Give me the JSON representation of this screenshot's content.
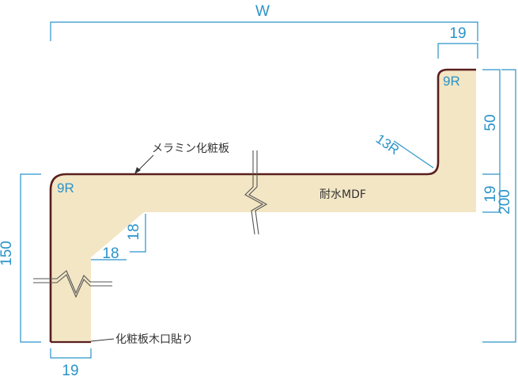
{
  "colors": {
    "panel_fill": "#f3e6c4",
    "edge_banding": "#5a1e1e",
    "dimension": "#2a93c9",
    "label": "#333333"
  },
  "dimensions": {
    "total_width": "W",
    "top_thickness": "19",
    "left_height": "150",
    "left_thickness": "19",
    "right_upper": "50",
    "right_lower": "19",
    "right_total": "200",
    "chamfer_h": "18",
    "chamfer_v": "18"
  },
  "radii": {
    "top_right": "9R",
    "top_left": "9R",
    "inner_bend": "13R"
  },
  "labels": {
    "melamine": "メラミン化粧板",
    "core": "耐水MDF",
    "edge": "化粧板木口貼り"
  }
}
